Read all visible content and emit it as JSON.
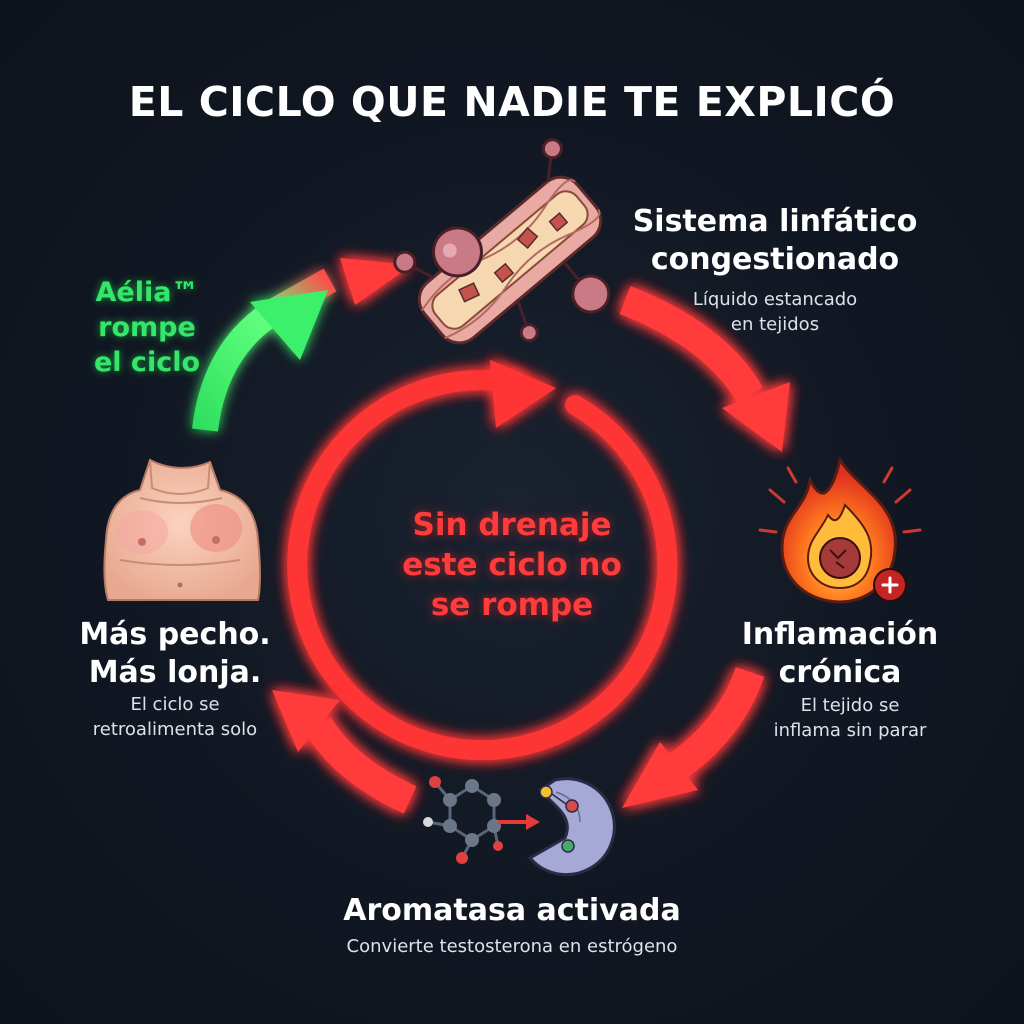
{
  "title": "EL CICLO QUE NADIE TE EXPLICÓ",
  "center_text": [
    "Sin drenaje",
    "este ciclo no",
    "se rompe"
  ],
  "break_note": [
    "Aélia™",
    "rompe",
    "el ciclo"
  ],
  "nodes": [
    {
      "icon": "lymph-vessel-icon",
      "heading": [
        "Sistema linfático",
        "congestionado"
      ],
      "description": [
        "Líquido estancado",
        "en tejidos"
      ]
    },
    {
      "icon": "inflammation-flame-icon",
      "heading": [
        "Inflamación",
        "crónica"
      ],
      "description": [
        "El tejido se",
        "inflama sin parar"
      ]
    },
    {
      "icon": "aromatase-enzyme-icon",
      "heading": [
        "Aromatasa activada"
      ],
      "description": [
        "Convierte testosterona en estrógeno"
      ]
    },
    {
      "icon": "male-chest-icon",
      "heading": [
        "Más pecho.",
        "Más lonja."
      ],
      "description": [
        "El ciclo se",
        "retroalimenta solo"
      ]
    }
  ],
  "colors": {
    "background": "#111722",
    "cycle_red": "#ff3b3b",
    "break_green": "#36e56b",
    "text": "#ffffff"
  }
}
